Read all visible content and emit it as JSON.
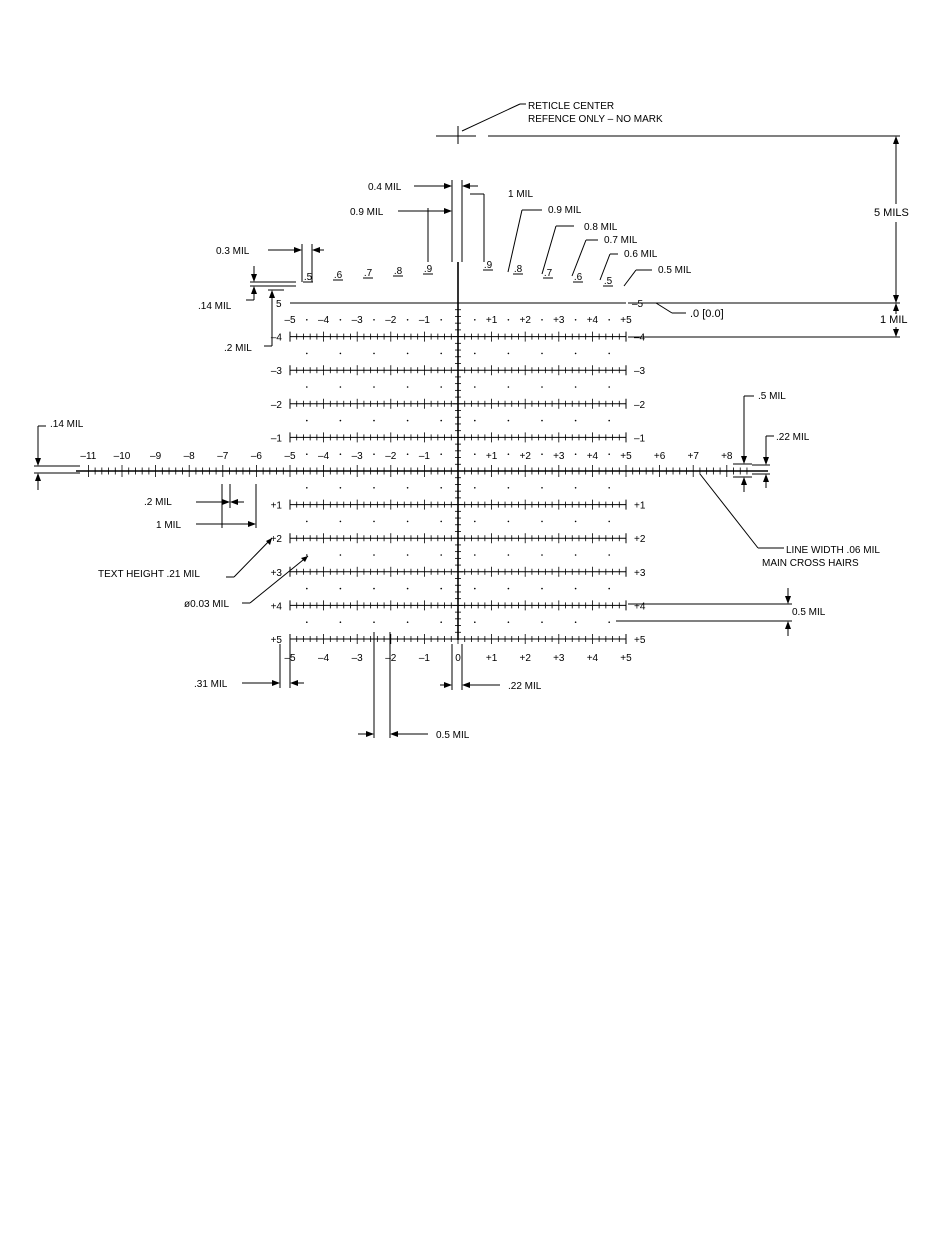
{
  "drawing": {
    "colors": {
      "ink": "#000000",
      "paper": "#ffffff"
    },
    "annotations": {
      "reticle_center_1": "RETICLE CENTER",
      "reticle_center_2": "REFENCE ONLY – NO MARK",
      "five_mils": "5 MILS",
      "one_mil_right": "1 MIL",
      "zero_ref": ".0 [0.0]",
      "line_width_1": "LINE WIDTH .06 MIL",
      "line_width_2": "MAIN CROSS HAIRS",
      "half_mil_tr": ".5 MIL",
      "p22_mil_right": ".22 MIL",
      "p14_mil_left": ".14 MIL",
      "p14_mil_top": ".14 MIL",
      "p2_mil_top": ".2 MIL",
      "p2_mil_mid": ".2 MIL",
      "one_mil_mid": "1 MIL",
      "text_height": "TEXT HEIGHT .21 MIL",
      "dot_dia": "ø0.03 MIL",
      "p5_mil_right": "0.5 MIL",
      "p31_mil": ".31 MIL",
      "p22_mil_bottom": ".22 MIL",
      "p5_mil_bottom": "0.5 MIL",
      "p4_mil": "0.4 MIL",
      "p9_mil": "0.9 MIL",
      "one_mil_top": "1 MIL",
      "p3_mil": "0.3 MIL"
    },
    "staircase": {
      "dim_labels": [
        "0.9 MIL",
        "0.8 MIL",
        "0.7 MIL",
        "0.6 MIL",
        "0.5 MIL"
      ],
      "left_marks": [
        ".5",
        ".6",
        ".7",
        ".8",
        ".9"
      ],
      "right_marks": [
        ".9",
        ".8",
        ".7",
        ".6",
        ".5"
      ],
      "top_left_label": "5",
      "top_right_label": "–5"
    },
    "scales": {
      "row_labels_left": [
        "–5",
        "–4",
        "–3",
        "–2",
        "–1",
        "",
        "+1",
        "+2",
        "+3",
        "+4",
        "+5"
      ],
      "row_labels_right": [
        "–5",
        "–4",
        "–3",
        "–2",
        "–1",
        "",
        "+1",
        "+2",
        "+3",
        "+4",
        "+5"
      ],
      "top_numbers": [
        "–5",
        "–4",
        "–3",
        "–2",
        "–1",
        "",
        "+1",
        "+2",
        "+3",
        "+4",
        "+5"
      ],
      "bottom_numbers": [
        "–5",
        "–4",
        "–3",
        "–2",
        "–1",
        "0",
        "+1",
        "+2",
        "+3",
        "+4",
        "+5"
      ],
      "main_left": [
        "–11",
        "–10",
        "–9",
        "–8",
        "–7",
        "–6"
      ],
      "main_right": [
        "+6",
        "+7",
        "+8"
      ]
    }
  }
}
